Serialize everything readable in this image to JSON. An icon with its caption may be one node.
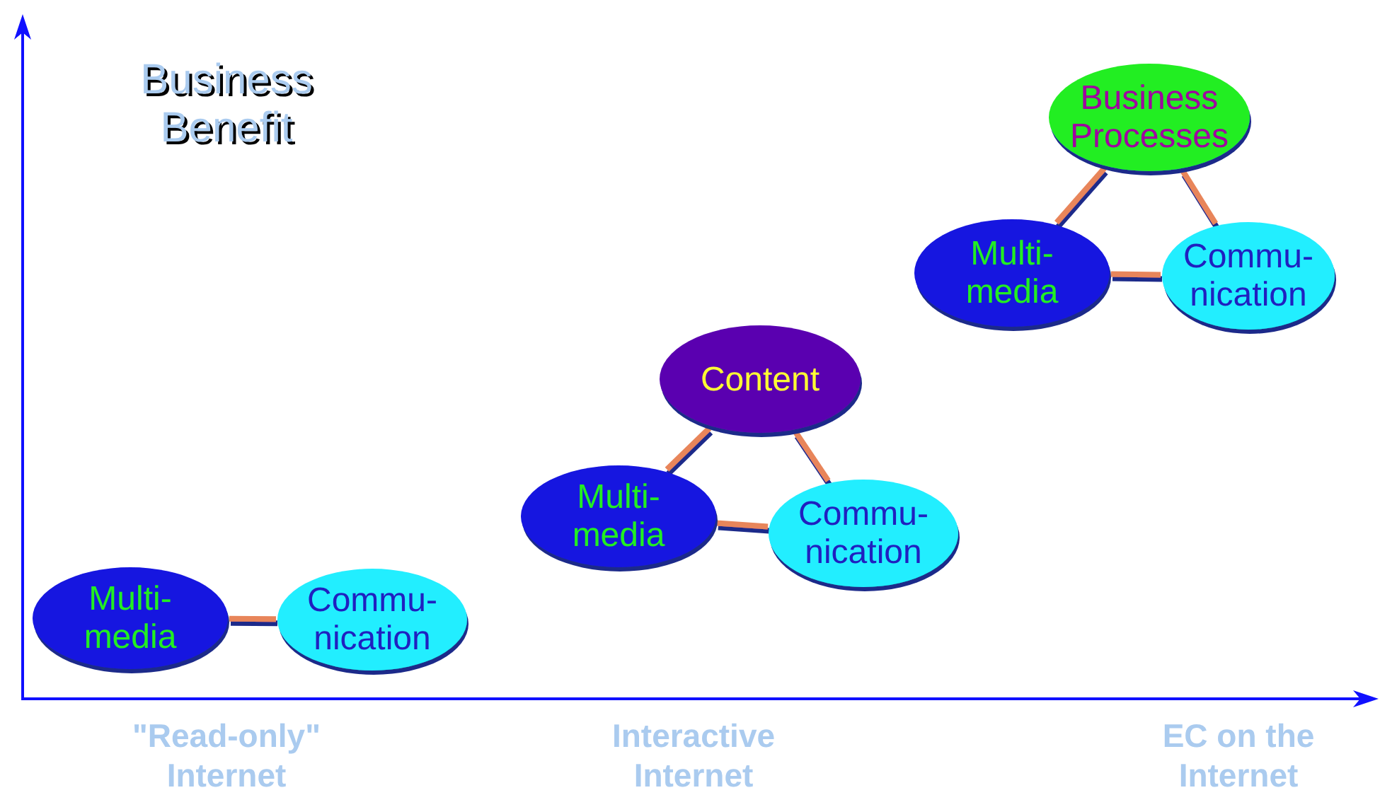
{
  "diagram": {
    "nodes": [
      {
        "text": [
          "Multi- media"
        ]
      },
      {
        "text": [
          "Commu- nication"
        ]
      },
      {
        "text": [
          "Content"
        ]
      },
      {
        "text": [
          "Multi- media"
        ]
      },
      {
        "text": [
          "Commu- nication"
        ]
      },
      {
        "text": [
          "Business Processes"
        ]
      },
      {
        "text": [
          "Multi- media"
        ]
      },
      {
        "text": [
          "Commu- nication"
        ]
      }
    ],
    "edges": [
      {
        "from": 0,
        "to": 1,
        "arrow": "none"
      },
      {
        "from": 2,
        "to": 3,
        "arrow": "none"
      },
      {
        "from": 2,
        "to": 4,
        "arrow": "none"
      },
      {
        "from": 3,
        "to": 4,
        "arrow": "none"
      },
      {
        "from": 5,
        "to": 6,
        "arrow": "none"
      },
      {
        "from": 5,
        "to": 7,
        "arrow": "none"
      },
      {
        "from": 6,
        "to": 7,
        "arrow": "none"
      }
    ],
    "labels": [
      "Business Benefit",
      "\"Read-only\" Internet",
      "Interactive Internet",
      "EC on the Internet"
    ]
  }
}
